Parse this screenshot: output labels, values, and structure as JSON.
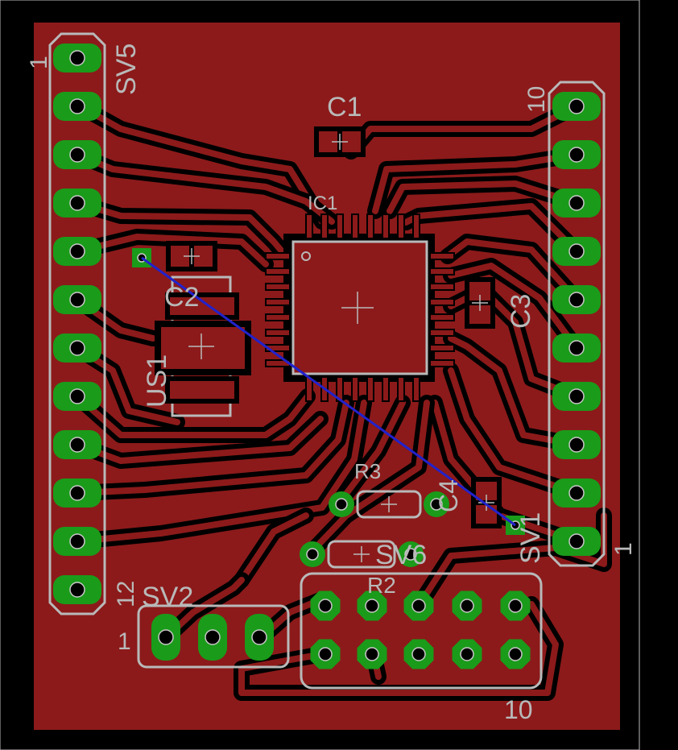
{
  "colors": {
    "background": "#000000",
    "board": "#8c1a1a",
    "trace": "#8c1a1a",
    "pad_copper": "#1a9b1a",
    "silkscreen": "#b9b9b9",
    "airwire": "#2222cc",
    "pad_outline": "#c8c8c8"
  },
  "labels": {
    "sv5": "SV5",
    "sv5_pin1": "1",
    "sv5_pin12": "12",
    "sv1": "SV1",
    "sv1_pin10": "10",
    "sv1_pin1": "1",
    "sv2": "SV2",
    "sv2_pin1": "1",
    "sv6": "SV6",
    "sv6_pin10": "10",
    "c1": "C1",
    "c2": "C2",
    "c3": "C3",
    "c4": "C4",
    "ic1": "IC1",
    "us1": "US1",
    "r2": "R2",
    "r3": "R3"
  }
}
